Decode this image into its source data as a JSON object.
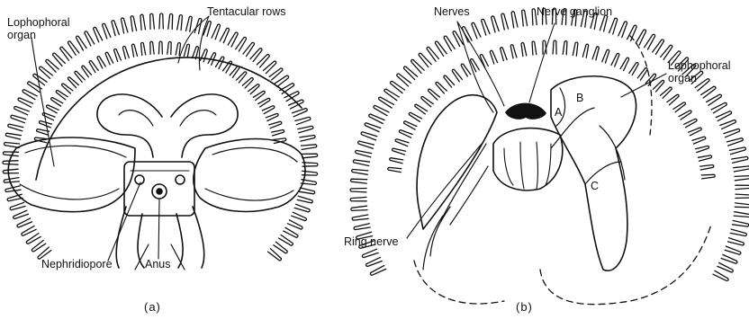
{
  "figure": {
    "panels": [
      {
        "caption": "(a)",
        "labels": {
          "lophophoral_organ": [
            "Lophophoral",
            "organ"
          ],
          "tentacular_rows": "Tentacular rows",
          "nephridiopore": "Nephridiopore",
          "anus": "Anus"
        }
      },
      {
        "caption": "(b)",
        "labels": {
          "nerves": "Nerves",
          "nerve_ganglion": "Nerve ganglion",
          "lophophoral_organ": [
            "Lophophoral",
            "organ"
          ],
          "ring_nerve": "Ring nerve",
          "region_a": "A",
          "region_b": "B",
          "region_c": "C"
        }
      }
    ]
  }
}
